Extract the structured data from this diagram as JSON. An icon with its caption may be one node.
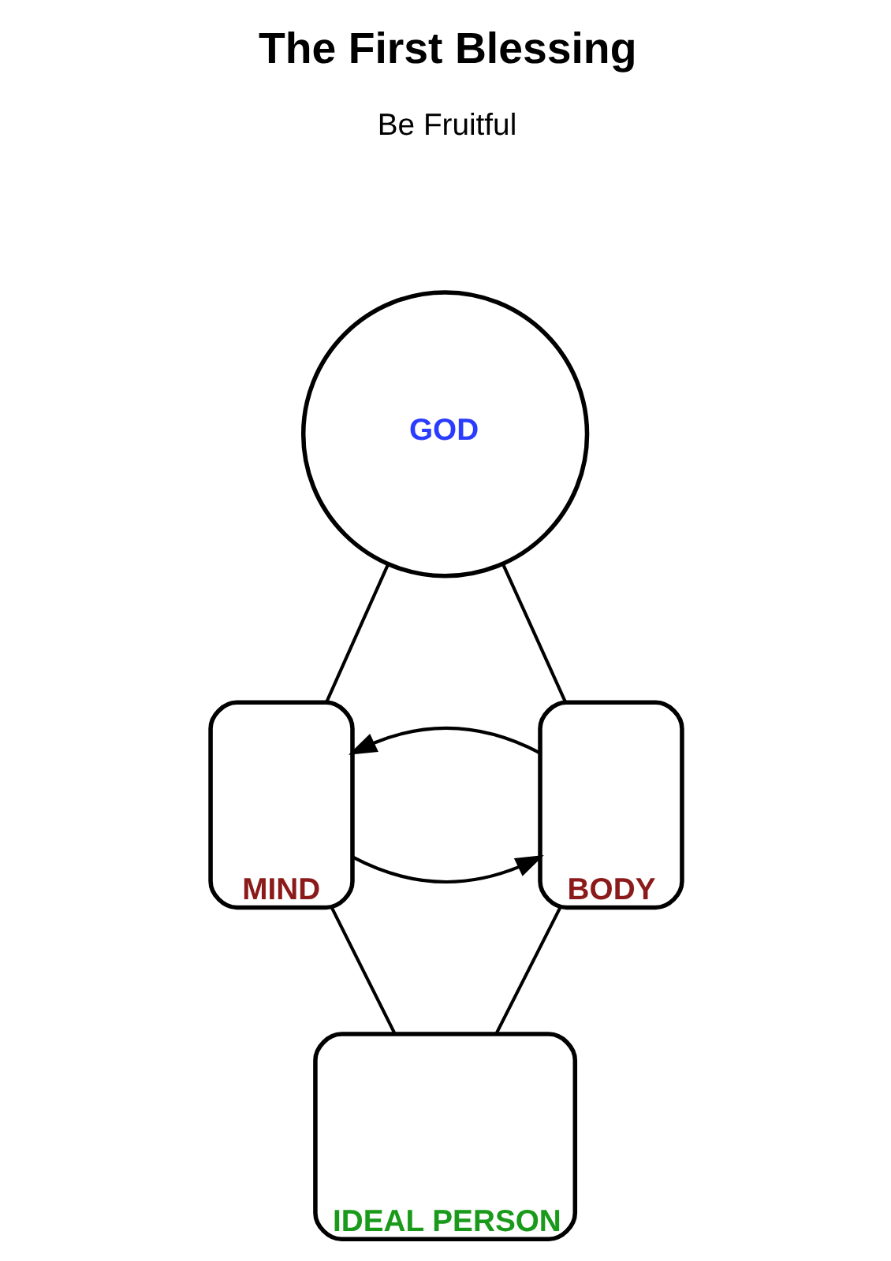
{
  "diagram": {
    "title": "The First Blessing",
    "nodes": [
      {
        "text": [
          "GOD"
        ]
      },
      {
        "text": [
          "MIND"
        ]
      },
      {
        "text": [
          "BODY"
        ]
      },
      {
        "text": [
          "IDEAL PERSON"
        ]
      }
    ],
    "edges": [
      {
        "from": 0,
        "to": 1,
        "arrow": "none"
      },
      {
        "from": 0,
        "to": 2,
        "arrow": "none"
      },
      {
        "from": 1,
        "to": 2,
        "arrow": "to"
      },
      {
        "from": 2,
        "to": 1,
        "arrow": "to"
      },
      {
        "from": 1,
        "to": 3,
        "arrow": "none"
      },
      {
        "from": 2,
        "to": 3,
        "arrow": "none"
      }
    ],
    "labels": [
      "Be Fruitful"
    ]
  }
}
